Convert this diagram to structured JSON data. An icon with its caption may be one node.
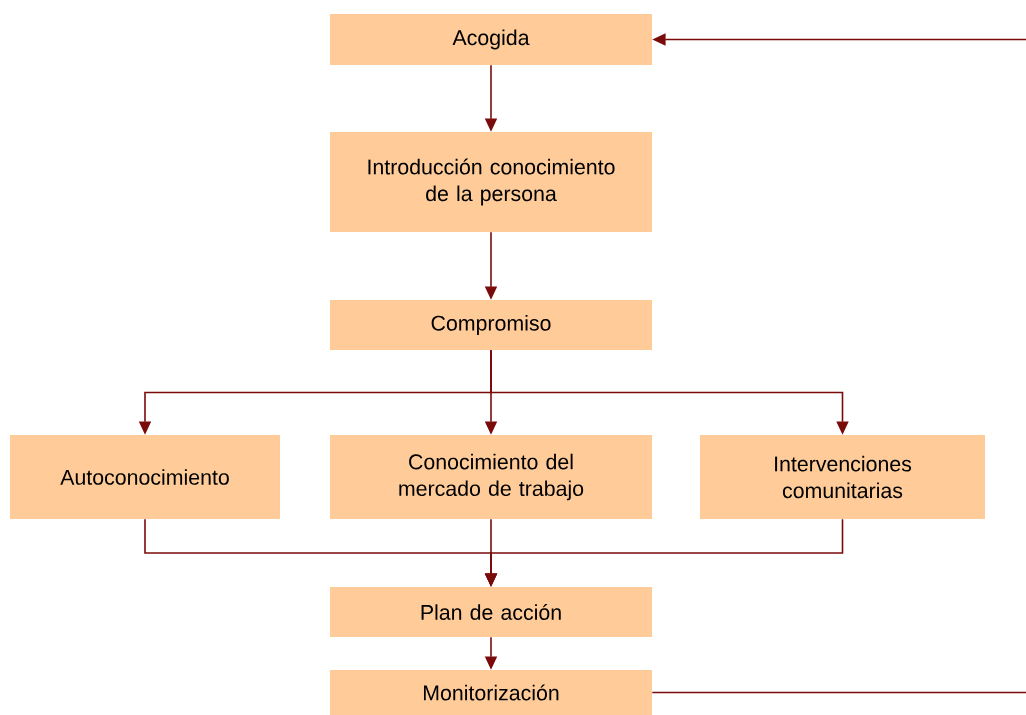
{
  "diagram": {
    "nodes": [
      {
        "text": [
          "Acogida"
        ]
      },
      {
        "text": [
          "Introducción conocimiento de la persona"
        ]
      },
      {
        "text": [
          "Compromiso"
        ]
      },
      {
        "text": [
          "Autoconocimiento"
        ]
      },
      {
        "text": [
          "Conocimiento del mercado de trabajo"
        ]
      },
      {
        "text": [
          "Intervenciones comunitarias"
        ]
      },
      {
        "text": [
          "Plan de acción"
        ]
      },
      {
        "text": [
          "Monitorización"
        ]
      }
    ],
    "edges": [
      {
        "from": 0,
        "to": 1,
        "arrow": "to"
      },
      {
        "from": 1,
        "to": 2,
        "arrow": "to"
      },
      {
        "from": 2,
        "to": 3,
        "arrow": "to"
      },
      {
        "from": 2,
        "to": 4,
        "arrow": "to"
      },
      {
        "from": 2,
        "to": 5,
        "arrow": "to"
      },
      {
        "from": 3,
        "to": 6,
        "arrow": "to"
      },
      {
        "from": 4,
        "to": 6,
        "arrow": "to"
      },
      {
        "from": 5,
        "to": 6,
        "arrow": "to"
      },
      {
        "from": 6,
        "to": 7,
        "arrow": "to"
      },
      {
        "from": 7,
        "to": 0,
        "arrow": "to"
      }
    ]
  }
}
